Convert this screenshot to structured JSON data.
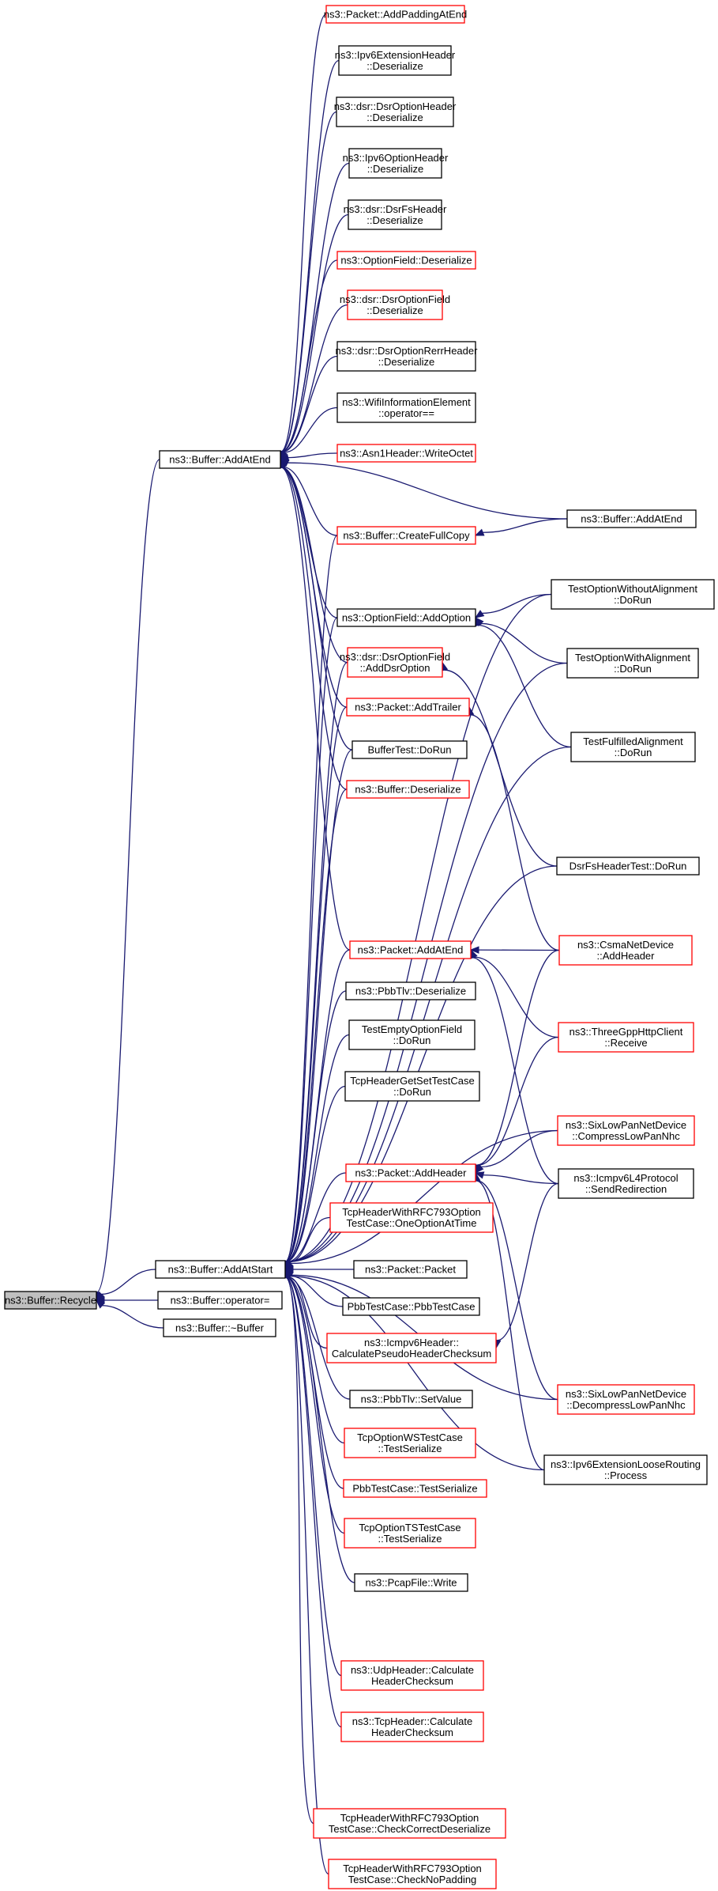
{
  "nodes": {
    "n0": {
      "lines": [
        "ns3::Buffer::Recycle"
      ],
      "color": "black",
      "root": true
    },
    "n1": {
      "lines": [
        "ns3::Buffer::AddAtEnd"
      ],
      "color": "black"
    },
    "n2": {
      "lines": [
        "ns3::Buffer::AddAtStart"
      ],
      "color": "black"
    },
    "n3": {
      "lines": [
        "ns3::Buffer::operator="
      ],
      "color": "black"
    },
    "n4": {
      "lines": [
        "ns3::Buffer::~Buffer"
      ],
      "color": "black"
    },
    "n5": {
      "lines": [
        "ns3::Packet::AddPaddingAtEnd"
      ],
      "color": "red"
    },
    "n6": {
      "lines": [
        "ns3::Ipv6ExtensionHeader",
        "::Deserialize"
      ],
      "color": "black"
    },
    "n7": {
      "lines": [
        "ns3::dsr::DsrOptionHeader",
        "::Deserialize"
      ],
      "color": "black"
    },
    "n8": {
      "lines": [
        "ns3::Ipv6OptionHeader",
        "::Deserialize"
      ],
      "color": "black"
    },
    "n9": {
      "lines": [
        "ns3::dsr::DsrFsHeader",
        "::Deserialize"
      ],
      "color": "black"
    },
    "n10": {
      "lines": [
        "ns3::OptionField::Deserialize"
      ],
      "color": "red"
    },
    "n11": {
      "lines": [
        "ns3::dsr::DsrOptionField",
        "::Deserialize"
      ],
      "color": "red"
    },
    "n12": {
      "lines": [
        "ns3::dsr::DsrOptionRerrHeader",
        "::Deserialize"
      ],
      "color": "black"
    },
    "n13": {
      "lines": [
        "ns3::WifiInformationElement",
        "::operator=="
      ],
      "color": "black"
    },
    "n14": {
      "lines": [
        "ns3::Asn1Header::WriteOctet"
      ],
      "color": "red"
    },
    "n15": {
      "lines": [
        "ns3::Buffer::CreateFullCopy"
      ],
      "color": "red"
    },
    "n16": {
      "lines": [
        "ns3::OptionField::AddOption"
      ],
      "color": "black"
    },
    "n17": {
      "lines": [
        "ns3::dsr::DsrOptionField",
        "::AddDsrOption"
      ],
      "color": "red"
    },
    "n18": {
      "lines": [
        "ns3::Packet::AddTrailer"
      ],
      "color": "red"
    },
    "n19": {
      "lines": [
        "BufferTest::DoRun"
      ],
      "color": "black"
    },
    "n20": {
      "lines": [
        "ns3::Buffer::Deserialize"
      ],
      "color": "red"
    },
    "n21": {
      "lines": [
        "ns3::Packet::AddAtEnd"
      ],
      "color": "red"
    },
    "n22": {
      "lines": [
        "ns3::PbbTlv::Deserialize"
      ],
      "color": "black"
    },
    "n23": {
      "lines": [
        "TestEmptyOptionField",
        "::DoRun"
      ],
      "color": "black"
    },
    "n24": {
      "lines": [
        "TcpHeaderGetSetTestCase",
        "::DoRun"
      ],
      "color": "black"
    },
    "n25": {
      "lines": [
        "ns3::Packet::AddHeader"
      ],
      "color": "red"
    },
    "n26": {
      "lines": [
        "TcpHeaderWithRFC793Option",
        "TestCase::OneOptionAtTime"
      ],
      "color": "red"
    },
    "n27": {
      "lines": [
        "ns3::Packet::Packet"
      ],
      "color": "black"
    },
    "n28": {
      "lines": [
        "PbbTestCase::PbbTestCase"
      ],
      "color": "black"
    },
    "n29": {
      "lines": [
        "ns3::Icmpv6Header::",
        "CalculatePseudoHeaderChecksum"
      ],
      "color": "red"
    },
    "n30": {
      "lines": [
        "ns3::PbbTlv::SetValue"
      ],
      "color": "black"
    },
    "n31": {
      "lines": [
        "TcpOptionWSTestCase",
        "::TestSerialize"
      ],
      "color": "red"
    },
    "n32": {
      "lines": [
        "PbbTestCase::TestSerialize"
      ],
      "color": "red"
    },
    "n33": {
      "lines": [
        "TcpOptionTSTestCase",
        "::TestSerialize"
      ],
      "color": "red"
    },
    "n34": {
      "lines": [
        "ns3::PcapFile::Write"
      ],
      "color": "black"
    },
    "n35": {
      "lines": [
        "ns3::UdpHeader::Calculate",
        "HeaderChecksum"
      ],
      "color": "red"
    },
    "n36": {
      "lines": [
        "ns3::TcpHeader::Calculate",
        "HeaderChecksum"
      ],
      "color": "red"
    },
    "n37": {
      "lines": [
        "TcpHeaderWithRFC793Option",
        "TestCase::CheckCorrectDeserialize"
      ],
      "color": "red"
    },
    "n38": {
      "lines": [
        "TcpHeaderWithRFC793Option",
        "TestCase::CheckNoPadding"
      ],
      "color": "red"
    },
    "n39": {
      "lines": [
        "ns3::Buffer::AddAtEnd"
      ],
      "color": "black"
    },
    "n40": {
      "lines": [
        "TestOptionWithoutAlignment",
        "::DoRun"
      ],
      "color": "black"
    },
    "n41": {
      "lines": [
        "TestOptionWithAlignment",
        "::DoRun"
      ],
      "color": "black"
    },
    "n42": {
      "lines": [
        "TestFulfilledAlignment",
        "::DoRun"
      ],
      "color": "black"
    },
    "n43": {
      "lines": [
        "DsrFsHeaderTest::DoRun"
      ],
      "color": "black"
    },
    "n44": {
      "lines": [
        "ns3::CsmaNetDevice",
        "::AddHeader"
      ],
      "color": "red"
    },
    "n45": {
      "lines": [
        "ns3::ThreeGppHttpClient",
        "::Receive"
      ],
      "color": "red"
    },
    "n46": {
      "lines": [
        "ns3::SixLowPanNetDevice",
        "::CompressLowPanNhc"
      ],
      "color": "red"
    },
    "n47": {
      "lines": [
        "ns3::Icmpv6L4Protocol",
        "::SendRedirection"
      ],
      "color": "black"
    },
    "n48": {
      "lines": [
        "ns3::SixLowPanNetDevice",
        "::DecompressLowPanNhc"
      ],
      "color": "red"
    },
    "n49": {
      "lines": [
        "ns3::Ipv6ExtensionLooseRouting",
        "::Process"
      ],
      "color": "black"
    }
  },
  "edges": [
    [
      "n1",
      "n0"
    ],
    [
      "n2",
      "n0"
    ],
    [
      "n3",
      "n0"
    ],
    [
      "n4",
      "n0"
    ],
    [
      "n5",
      "n1"
    ],
    [
      "n6",
      "n1"
    ],
    [
      "n7",
      "n1"
    ],
    [
      "n8",
      "n1"
    ],
    [
      "n9",
      "n1"
    ],
    [
      "n10",
      "n1"
    ],
    [
      "n11",
      "n1"
    ],
    [
      "n12",
      "n1"
    ],
    [
      "n13",
      "n1"
    ],
    [
      "n14",
      "n1"
    ],
    [
      "n15",
      "n1"
    ],
    [
      "n16",
      "n1"
    ],
    [
      "n17",
      "n1"
    ],
    [
      "n18",
      "n1"
    ],
    [
      "n19",
      "n1"
    ],
    [
      "n20",
      "n1"
    ],
    [
      "n21",
      "n1"
    ],
    [
      "n39",
      "n1"
    ],
    [
      "n15",
      "n2"
    ],
    [
      "n16",
      "n2"
    ],
    [
      "n17",
      "n2"
    ],
    [
      "n18",
      "n2"
    ],
    [
      "n19",
      "n2"
    ],
    [
      "n20",
      "n2"
    ],
    [
      "n21",
      "n2"
    ],
    [
      "n22",
      "n2"
    ],
    [
      "n23",
      "n2"
    ],
    [
      "n24",
      "n2"
    ],
    [
      "n25",
      "n2"
    ],
    [
      "n26",
      "n2"
    ],
    [
      "n27",
      "n2"
    ],
    [
      "n28",
      "n2"
    ],
    [
      "n29",
      "n2"
    ],
    [
      "n30",
      "n2"
    ],
    [
      "n31",
      "n2"
    ],
    [
      "n32",
      "n2"
    ],
    [
      "n33",
      "n2"
    ],
    [
      "n34",
      "n2"
    ],
    [
      "n35",
      "n2"
    ],
    [
      "n36",
      "n2"
    ],
    [
      "n37",
      "n2"
    ],
    [
      "n38",
      "n2"
    ],
    [
      "n40",
      "n2"
    ],
    [
      "n41",
      "n2"
    ],
    [
      "n42",
      "n2"
    ],
    [
      "n43",
      "n2"
    ],
    [
      "n46",
      "n2"
    ],
    [
      "n48",
      "n2"
    ],
    [
      "n49",
      "n2"
    ],
    [
      "n39",
      "n15"
    ],
    [
      "n40",
      "n16"
    ],
    [
      "n41",
      "n16"
    ],
    [
      "n42",
      "n16"
    ],
    [
      "n43",
      "n17"
    ],
    [
      "n44",
      "n18"
    ],
    [
      "n44",
      "n21"
    ],
    [
      "n45",
      "n21"
    ],
    [
      "n47",
      "n21"
    ],
    [
      "n44",
      "n25"
    ],
    [
      "n45",
      "n25"
    ],
    [
      "n46",
      "n25"
    ],
    [
      "n47",
      "n25"
    ],
    [
      "n48",
      "n25"
    ],
    [
      "n49",
      "n25"
    ],
    [
      "n47",
      "n29"
    ]
  ]
}
